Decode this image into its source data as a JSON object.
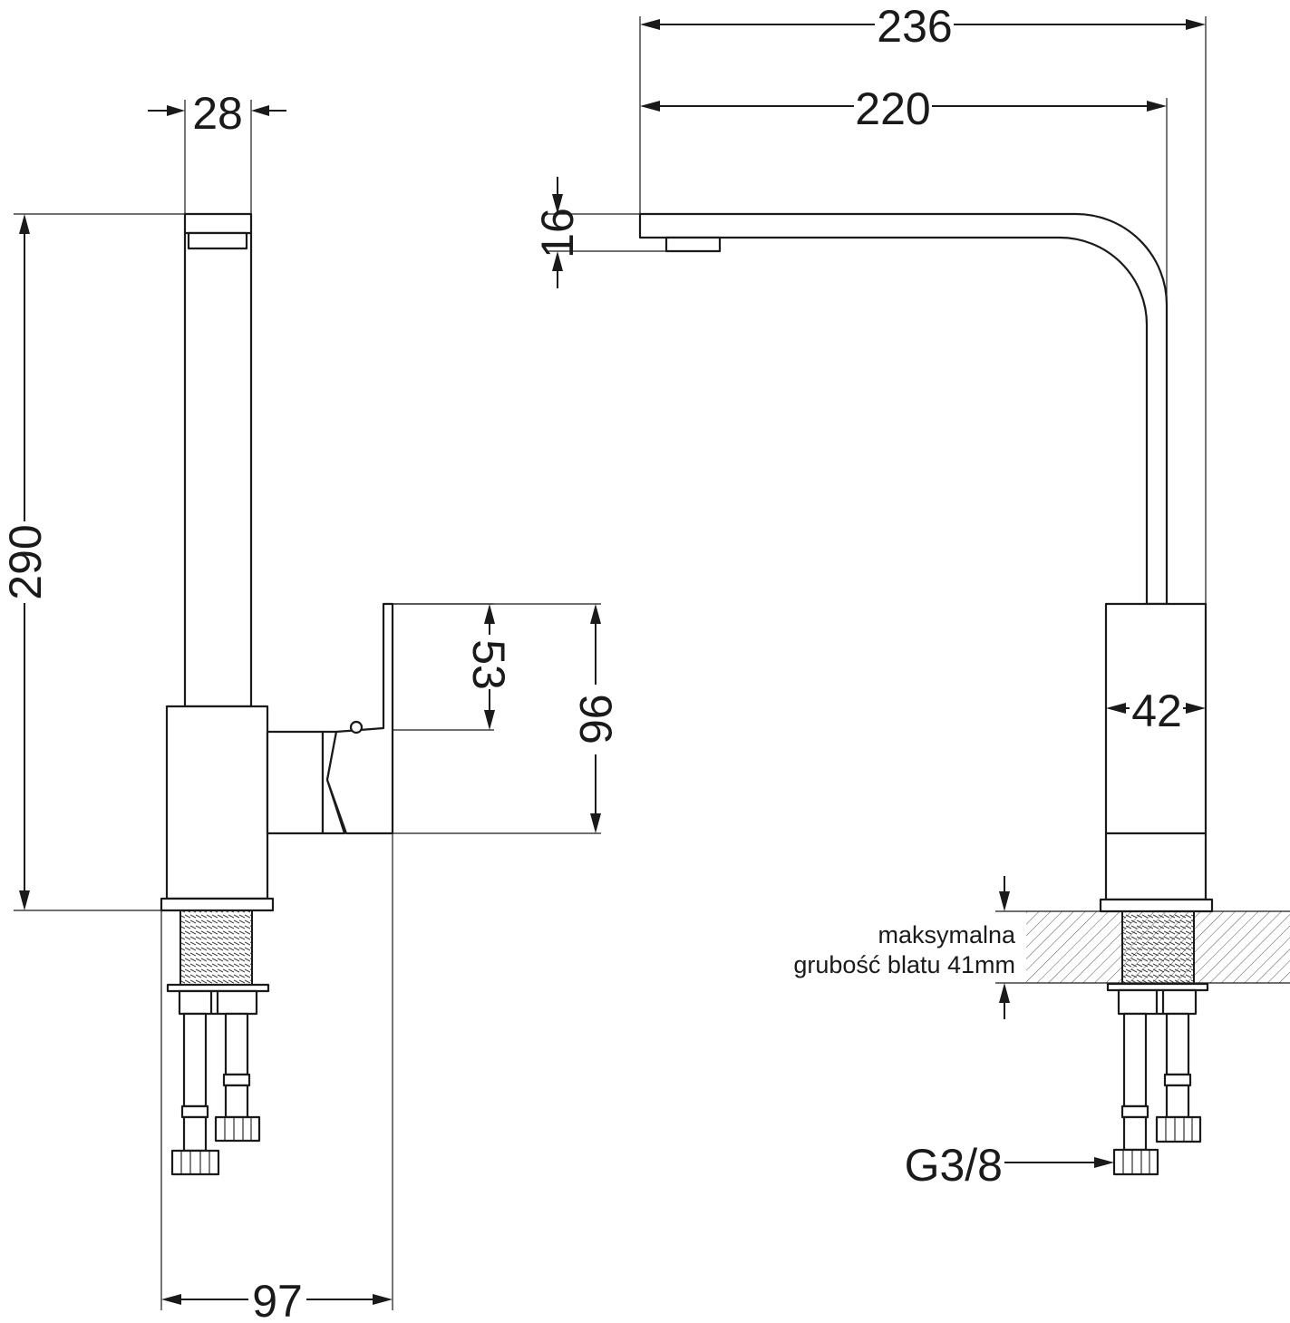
{
  "dimensions": {
    "spout_width": "28",
    "height_total": "290",
    "reach_total": "236",
    "reach_spout": "220",
    "spout_thickness": "16",
    "handle_height": "53",
    "body_height": "96",
    "body_diameter": "42",
    "base_depth": "97"
  },
  "annotations": {
    "countertop_line1": "maksymalna",
    "countertop_line2": "grubość blatu 41mm",
    "connection_thread": "G3/8"
  },
  "colors": {
    "line": "#1a1a1a",
    "background": "#ffffff"
  }
}
